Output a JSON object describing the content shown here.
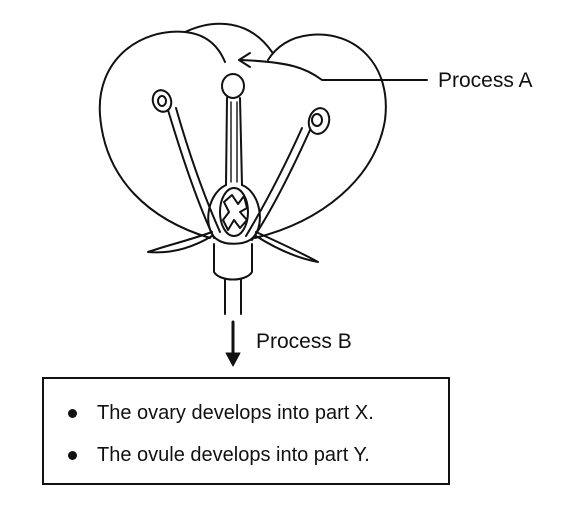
{
  "labels": {
    "process_a": "Process A",
    "process_b": "Process B"
  },
  "box": {
    "items": [
      "The ovary develops into part X.",
      "The ovule develops into part Y."
    ]
  },
  "colors": {
    "ink": "#111111",
    "background": "#ffffff"
  }
}
